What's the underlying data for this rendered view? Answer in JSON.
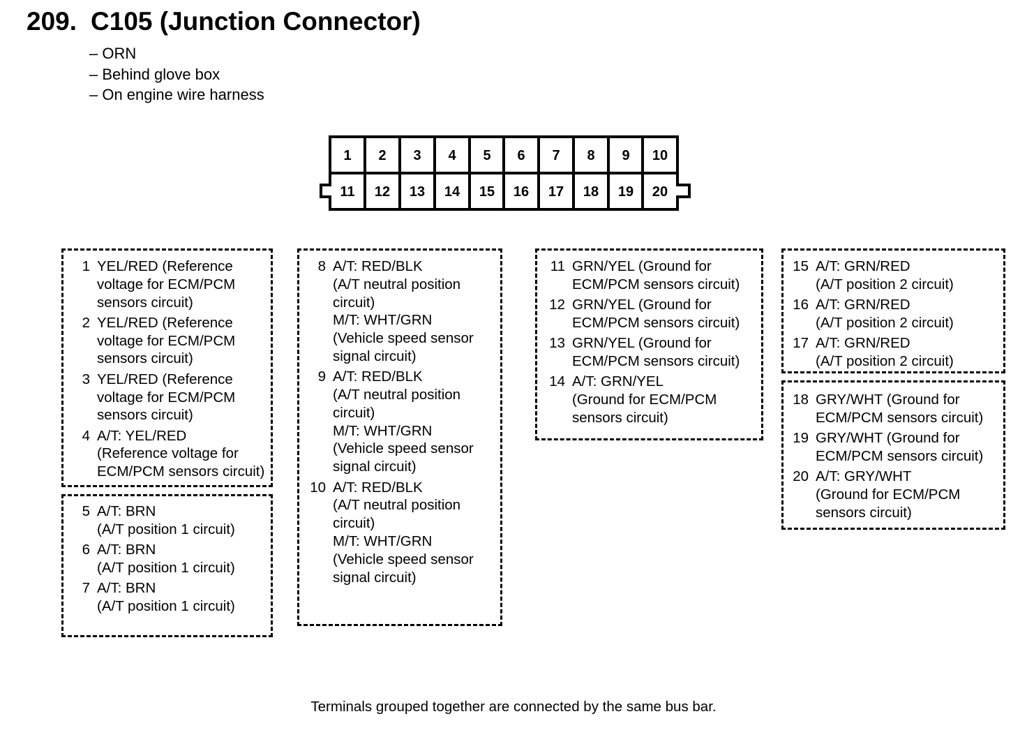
{
  "header": {
    "number": "209.",
    "title": "C105 (Junction Connector)"
  },
  "notes": [
    "– ORN",
    "– Behind glove box",
    "– On engine wire harness"
  ],
  "connector": {
    "top_row": [
      "1",
      "2",
      "3",
      "4",
      "5",
      "6",
      "7",
      "8",
      "9",
      "10"
    ],
    "bottom_row": [
      "11",
      "12",
      "13",
      "14",
      "15",
      "16",
      "17",
      "18",
      "19",
      "20"
    ]
  },
  "groups": [
    {
      "entries": [
        {
          "terminal": "1",
          "lines": [
            "YEL/RED (Reference",
            "voltage for ECM/PCM",
            "sensors circuit)"
          ]
        },
        {
          "terminal": "2",
          "lines": [
            "YEL/RED (Reference",
            "voltage for ECM/PCM",
            "sensors circuit)"
          ]
        },
        {
          "terminal": "3",
          "lines": [
            "YEL/RED (Reference",
            "voltage for ECM/PCM",
            "sensors circuit)"
          ]
        },
        {
          "terminal": "4",
          "lines": [
            "A/T: YEL/RED",
            "(Reference voltage for",
            "ECM/PCM sensors circuit)"
          ]
        }
      ]
    },
    {
      "entries": [
        {
          "terminal": "5",
          "lines": [
            "A/T: BRN",
            "(A/T position 1 circuit)"
          ]
        },
        {
          "terminal": "6",
          "lines": [
            "A/T: BRN",
            "(A/T position 1 circuit)"
          ]
        },
        {
          "terminal": "7",
          "lines": [
            "A/T: BRN",
            "(A/T position 1 circuit)"
          ]
        }
      ]
    },
    {
      "entries": [
        {
          "terminal": "8",
          "lines": [
            "A/T: RED/BLK",
            "(A/T neutral position",
            "circuit)",
            "M/T: WHT/GRN",
            "(Vehicle speed sensor",
            "signal circuit)"
          ]
        },
        {
          "terminal": "9",
          "lines": [
            "A/T: RED/BLK",
            "(A/T neutral position",
            "circuit)",
            "M/T: WHT/GRN",
            "(Vehicle speed sensor",
            "signal circuit)"
          ]
        },
        {
          "terminal": "10",
          "lines": [
            "A/T: RED/BLK",
            "(A/T neutral position",
            "circuit)",
            "M/T: WHT/GRN",
            "(Vehicle speed sensor",
            "signal circuit)"
          ]
        }
      ]
    },
    {
      "entries": [
        {
          "terminal": "11",
          "lines": [
            "GRN/YEL (Ground for",
            "ECM/PCM sensors circuit)"
          ]
        },
        {
          "terminal": "12",
          "lines": [
            "GRN/YEL (Ground for",
            "ECM/PCM sensors circuit)"
          ]
        },
        {
          "terminal": "13",
          "lines": [
            "GRN/YEL (Ground for",
            "ECM/PCM sensors circuit)"
          ]
        },
        {
          "terminal": "14",
          "lines": [
            "A/T: GRN/YEL",
            "(Ground for ECM/PCM",
            "sensors circuit)"
          ]
        }
      ]
    },
    {
      "entries": [
        {
          "terminal": "15",
          "lines": [
            "A/T: GRN/RED",
            "(A/T position 2 circuit)"
          ]
        },
        {
          "terminal": "16",
          "lines": [
            "A/T: GRN/RED",
            "(A/T position 2 circuit)"
          ]
        },
        {
          "terminal": "17",
          "lines": [
            "A/T: GRN/RED",
            "(A/T position 2 circuit)"
          ]
        }
      ]
    },
    {
      "entries": [
        {
          "terminal": "18",
          "lines": [
            "GRY/WHT (Ground for",
            "ECM/PCM sensors circuit)"
          ]
        },
        {
          "terminal": "19",
          "lines": [
            "GRY/WHT (Ground for",
            "ECM/PCM sensors circuit)"
          ]
        },
        {
          "terminal": "20",
          "lines": [
            "A/T: GRY/WHT",
            "(Ground for ECM/PCM",
            "sensors circuit)"
          ]
        }
      ]
    }
  ],
  "footnote": "Terminals grouped together are connected by the same bus bar."
}
